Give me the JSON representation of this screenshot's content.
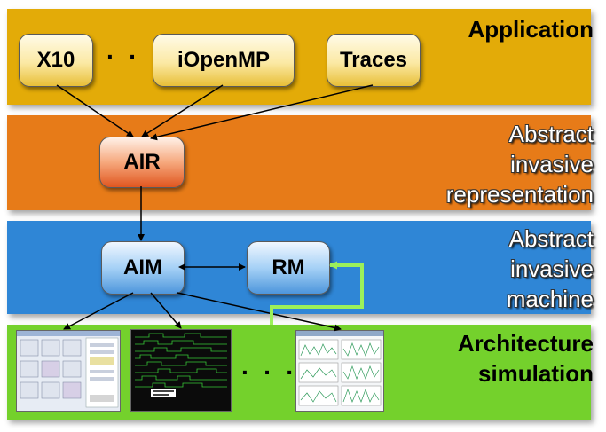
{
  "layers": {
    "application": {
      "title": "Application",
      "color": "#e3ab08"
    },
    "air": {
      "title": "Abstract\ninvasive\nrepresentation",
      "color": "#e77b18"
    },
    "aim": {
      "title": "Abstract\ninvasive\nmachine",
      "color": "#2f86d6"
    },
    "architecture": {
      "title": "Architecture\nsimulation",
      "color": "#74d12c"
    }
  },
  "boxes": {
    "x10": "X10",
    "iopenmp": "iOpenMP",
    "traces": "Traces",
    "air": "AIR",
    "aim": "AIM",
    "rm": "RM"
  },
  "ellipsis_app": "· · ·",
  "ellipsis_arch": "· · ·",
  "feedback_arrow_color": "#9cf05a"
}
